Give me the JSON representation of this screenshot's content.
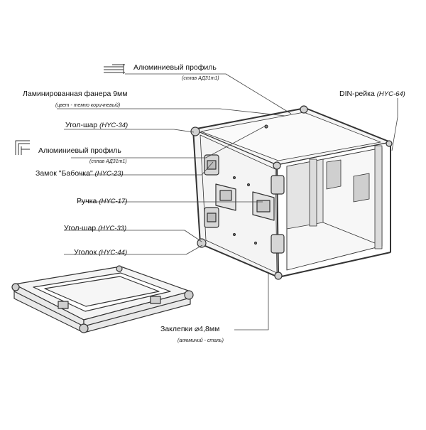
{
  "labels": {
    "aluminum_profile_1": {
      "name": "Алюминиевый профиль",
      "sub": "(сплав АД31т1)"
    },
    "plywood": {
      "name": "Ламинированная фанера 9мм",
      "sub": "(цвет - темно коричневый)"
    },
    "ball_corner_1": {
      "name": "Угол-шар",
      "code": "(HYC-34)"
    },
    "aluminum_profile_2": {
      "name": "Алюминиевый профиль",
      "sub": "(сплав АД31т1)"
    },
    "butterfly_lock": {
      "name": "Замок \"Бабочка\"",
      "code": "(HYC-23)"
    },
    "handle": {
      "name": "Ручка",
      "code": "(HYC-17)"
    },
    "ball_corner_2": {
      "name": "Угол-шар",
      "code": "(HYC-33)"
    },
    "corner": {
      "name": "Уголок",
      "code": "(HYC-44)"
    },
    "din_rail": {
      "name": "DIN-рейка",
      "code": "(HYC-64)"
    },
    "rivets": {
      "name": "Заклепки",
      "size": "⌀4,8мм",
      "sub": "(алюминий - сталь)"
    }
  },
  "colors": {
    "ink": "#111111",
    "line": "#333333",
    "fill": "#f4f4f4",
    "shade": "#d9d9d9"
  }
}
